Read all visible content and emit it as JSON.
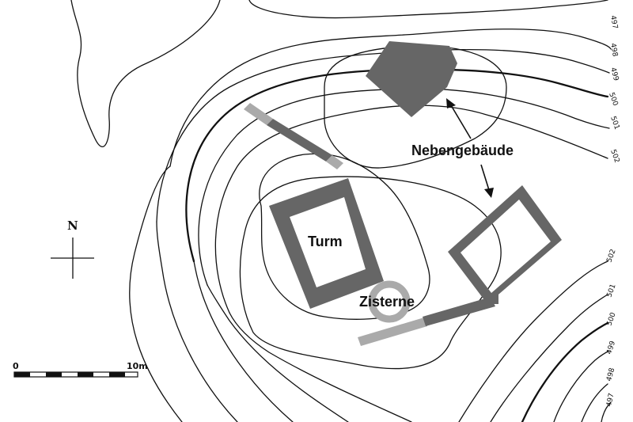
{
  "labels": {
    "tower": "Turm",
    "cistern": "Zisterne",
    "outbuildings": "Nebengebäude"
  },
  "north_arrow": {
    "label": "N"
  },
  "scale_bar": {
    "start_label": "0",
    "end_label": "10m"
  },
  "contour_labels_right_top": [
    "497",
    "498",
    "499",
    "500",
    "501",
    "502"
  ],
  "contour_labels_right_bottom": [
    "502",
    "501",
    "500",
    "499",
    "498",
    "497"
  ],
  "colors": {
    "wall": "#666666",
    "wall_light": "#aaaaaa",
    "contour": "#111111",
    "background": "#ffffff"
  }
}
